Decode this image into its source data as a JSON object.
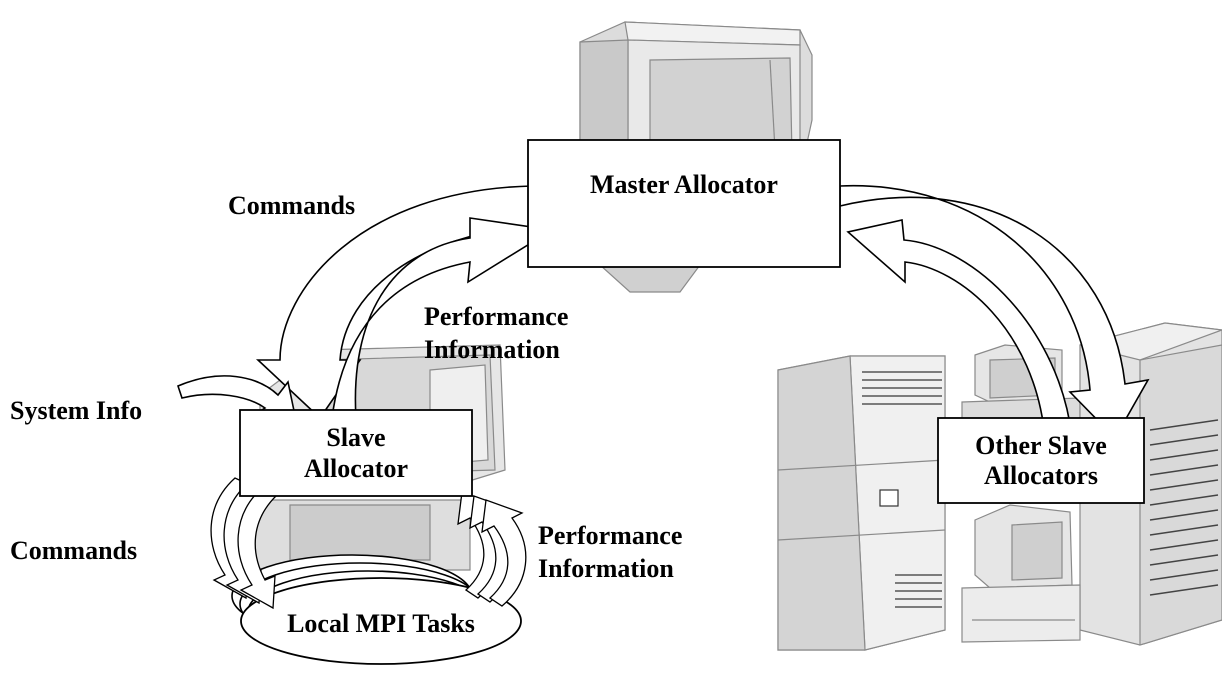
{
  "diagram": {
    "master_allocator": "Master Allocator",
    "slave_allocator": [
      "Slave",
      "Allocator"
    ],
    "other_slave_allocators": [
      "Other Slave",
      "Allocators"
    ],
    "local_mpi_tasks": "Local MPI Tasks",
    "commands_top": "Commands",
    "performance_info_top": [
      "Performance",
      "Information"
    ],
    "system_info": "System Info",
    "commands_bottom": "Commands",
    "performance_info_bottom": [
      "Performance",
      "Information"
    ]
  }
}
